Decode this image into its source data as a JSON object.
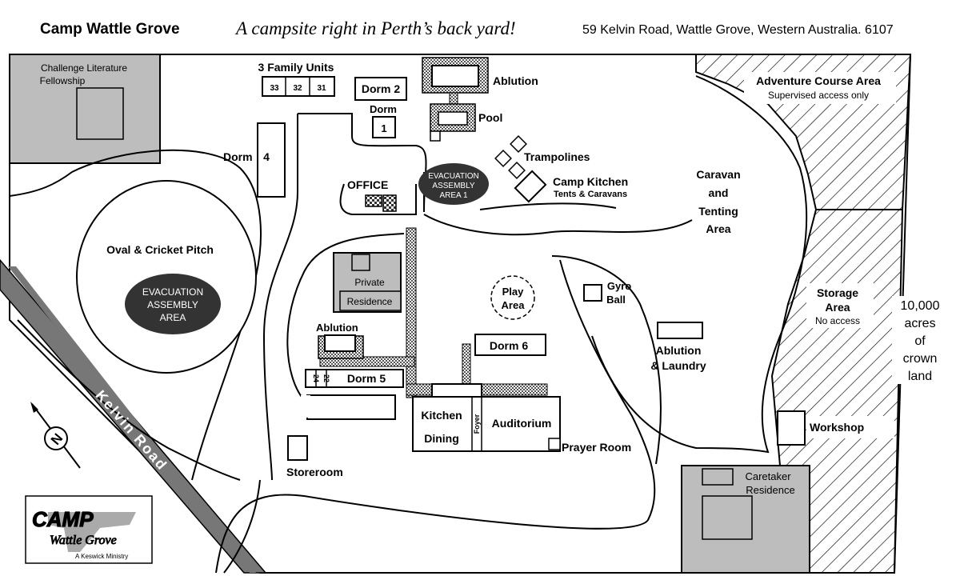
{
  "header": {
    "title": "Camp Wattle Grove",
    "tagline": "A campsite right in Perth’s back yard!",
    "address": "59 Kelvin Road, Wattle Grove, Western Australia. 6107"
  },
  "labels": {
    "challenge": [
      "Challenge Literature",
      "Fellowship"
    ],
    "family_units": "3 Family Units",
    "unit_numbers": [
      "33",
      "32",
      "31"
    ],
    "dorm2": "Dorm 2",
    "dorm1": [
      "Dorm",
      "1"
    ],
    "dorm4": [
      "Dorm",
      "4"
    ],
    "ablution_top": "Ablution",
    "pool": "Pool",
    "trampolines": "Trampolines",
    "camp_kitchen": "Camp Kitchen",
    "camp_kitchen_sub": "Tents & Caravans",
    "evac1": [
      "EVACUATION",
      "ASSEMBLY",
      "AREA 1"
    ],
    "office": "OFFICE",
    "adventure": "Adventure Course Area",
    "adventure_sub": "Supervised access only",
    "caravan": [
      "Caravan",
      "and",
      "Tenting",
      "Area"
    ],
    "oval": "Oval & Cricket Pitch",
    "evac2": [
      "EVACUATION",
      "ASSEMBLY",
      "AREA"
    ],
    "private_res": [
      "Private",
      "Residence"
    ],
    "play_area": [
      "Play",
      "Area"
    ],
    "gyro": [
      "Gyro",
      "Ball"
    ],
    "ablution_mid": "Ablution",
    "dorm6": "Dorm 6",
    "dorm5": "Dorm 5",
    "dorm5_units": [
      "24",
      "22"
    ],
    "ablution_laundry": [
      "Ablution",
      "& Laundry"
    ],
    "storage": [
      "Storage",
      "Area"
    ],
    "storage_sub": "No access",
    "crown": [
      "10,000",
      "acres",
      "of",
      "crown",
      "land"
    ],
    "kitchen": "Kitchen",
    "dining": "Dining",
    "foyer": "Foyer",
    "auditorium": "Auditorium",
    "prayer_room": "Prayer Room",
    "workshop": "Workshop",
    "storeroom": "Storeroom",
    "caretaker": [
      "Caretaker",
      "Residence"
    ],
    "road": "Kelvin Road",
    "compass": "N",
    "logo_camp": "CAMP",
    "logo_wattle": "Wattle Grove",
    "logo_sub": "A Keswick Ministry"
  }
}
